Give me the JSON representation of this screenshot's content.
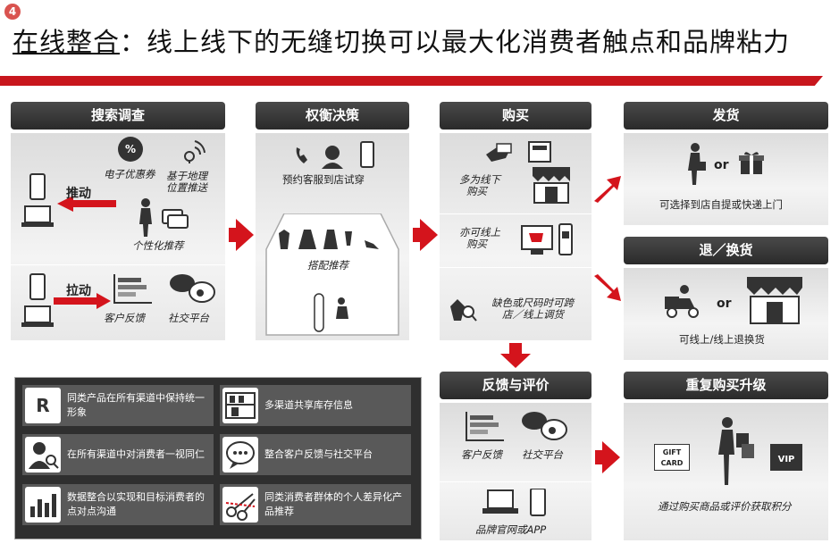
{
  "badge": "4",
  "title": {
    "underlined": "在线整合",
    "rest": "：线上线下的无缝切换可以最大化消费者触点和品牌粘力"
  },
  "search": {
    "header": "搜索调查",
    "push": "推动",
    "pull": "拉动",
    "coupon": "电子优惠券",
    "geo_line1": "基于地理",
    "geo_line2": "位置推送",
    "personal": "个性化推荐",
    "feedback": "客户反馈",
    "social": "社交平台",
    "coupon_icon_text": "%"
  },
  "decide": {
    "header": "权衡决策",
    "appointment": "预约客服到店试穿",
    "match": "搭配推荐"
  },
  "buy": {
    "header": "购买",
    "offline_line1": "多为线下",
    "offline_line2": "购买",
    "online_line1": "亦可线上",
    "online_line2": "购买",
    "transfer_line1": "缺色或尺码时可跨",
    "transfer_line2": "店／线上调货"
  },
  "ship": {
    "header": "发货",
    "or": "or",
    "text": "可选择到店自提或快递上门"
  },
  "returns": {
    "header": "退／换货",
    "or": "or",
    "text": "可线上/线上退换货"
  },
  "review": {
    "header": "反馈与评价",
    "feedback": "客户反馈",
    "social": "社交平台",
    "site": "品牌官网或APP"
  },
  "repeat": {
    "header": "重复购买升级",
    "gift_line1": "GIFT",
    "gift_line2": "CARD",
    "vip": "VIP",
    "text": "通过购买商品或评价获取积分"
  },
  "features": [
    {
      "text": "同类产品在所有渠道中保持统一形象",
      "icon": "brand-r-icon",
      "icon_text": "R"
    },
    {
      "text": "多渠道共享库存信息",
      "icon": "shelf-icon"
    },
    {
      "text": "在所有渠道中对消费者一视同仁",
      "icon": "person-search-icon"
    },
    {
      "text": "整合客户反馈与社交平台",
      "icon": "chat-bubble-icon"
    },
    {
      "text": "数据整合以实现和目标消费者的点对点沟通",
      "icon": "bar-chart-icon"
    },
    {
      "text": "同类消费者群体的个人差异化产品推荐",
      "icon": "scissors-icon"
    }
  ],
  "colors": {
    "accent": "#d4141c",
    "header": "#333333"
  }
}
